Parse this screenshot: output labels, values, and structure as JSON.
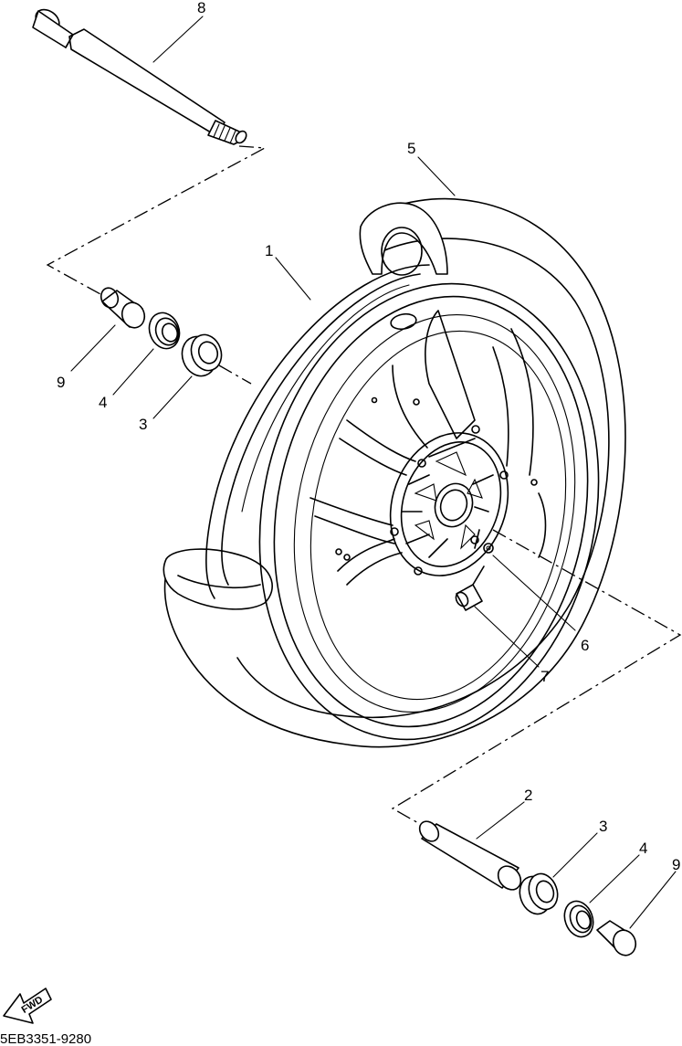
{
  "diagram": {
    "callouts": {
      "c1": "1",
      "c2": "2",
      "c3a": "3",
      "c3b": "3",
      "c4a": "4",
      "c4b": "4",
      "c5": "5",
      "c6": "6",
      "c7": "7",
      "c8": "8",
      "c9a": "9",
      "c9b": "9"
    },
    "fwd_badge": "FWD",
    "part_code": "5EB3351-9280"
  }
}
